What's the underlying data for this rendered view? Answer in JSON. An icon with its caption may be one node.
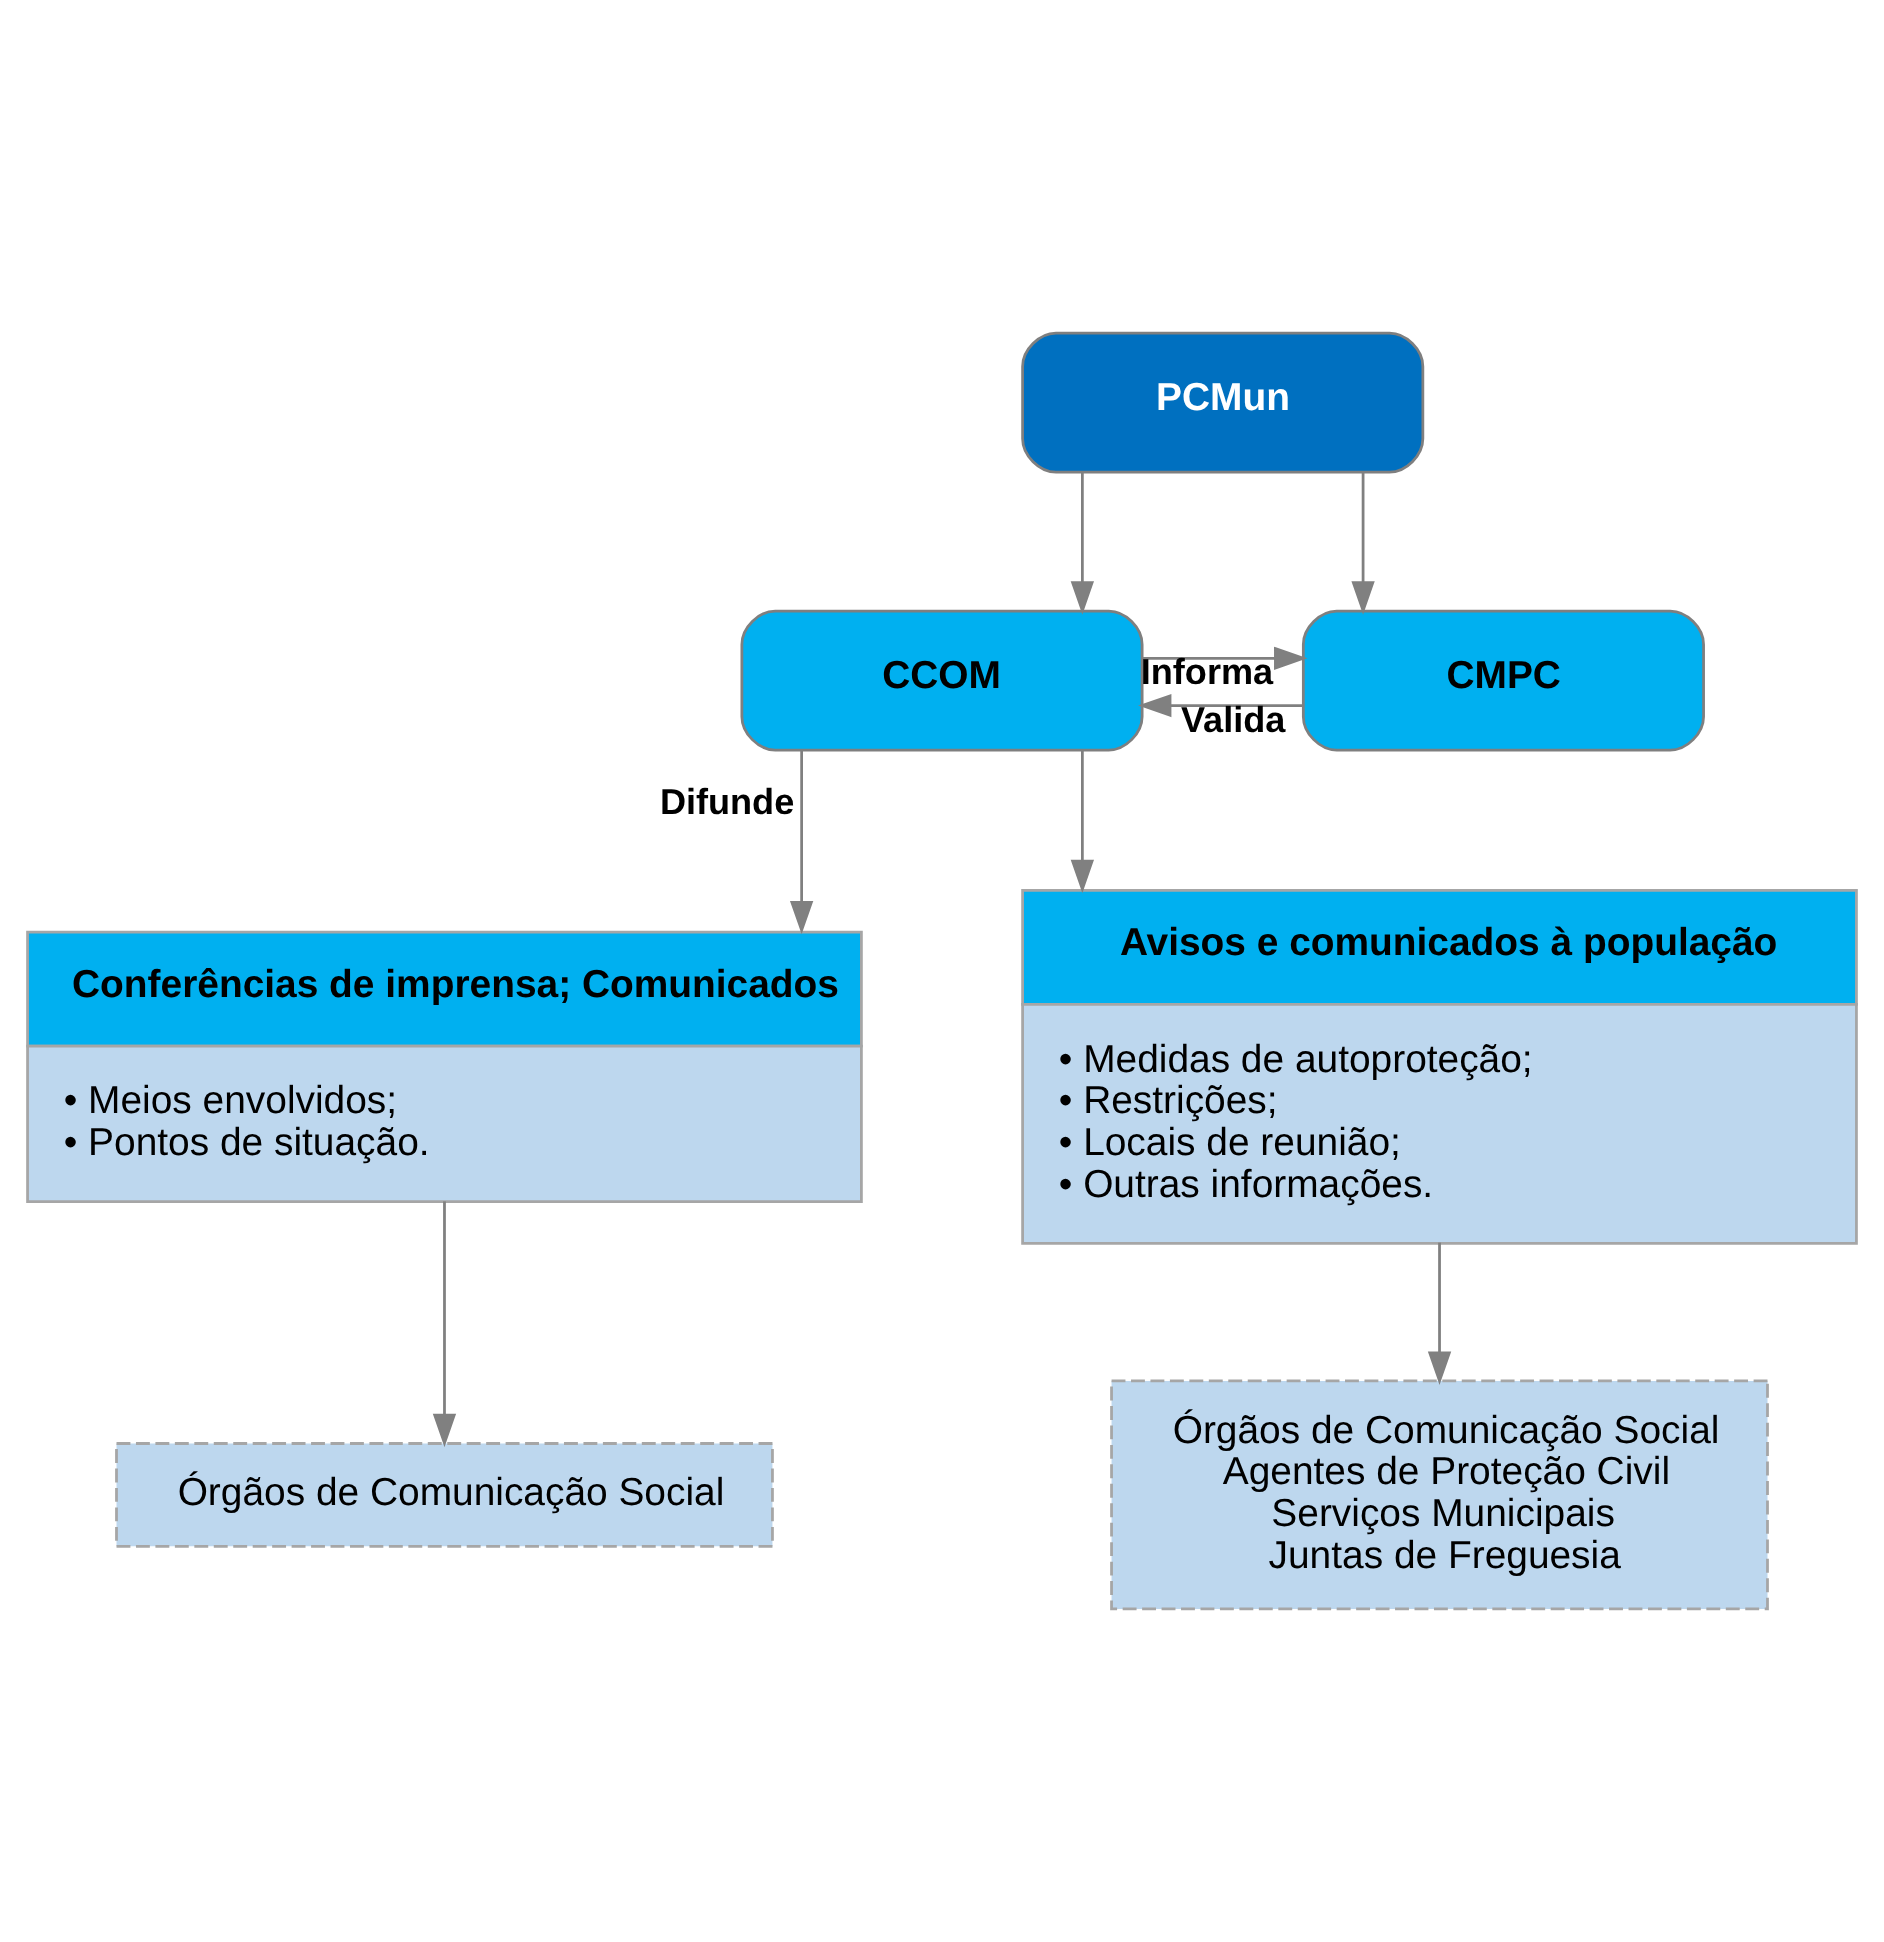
{
  "diagram": {
    "nodes": [
      {
        "text": [
          "PCMun"
        ]
      },
      {
        "text": [
          "CCOM"
        ]
      },
      {
        "text": [
          "CMPC"
        ]
      },
      {
        "text": [
          "Conferências de imprensa; Comunicados",
          "• Meios envolvidos;",
          "• Pontos de situação."
        ]
      },
      {
        "text": [
          "Avisos e comunicados à população",
          "• Medidas de autoproteção;",
          "• Restrições;",
          "• Locais de reunião;",
          "• Outras informações."
        ]
      },
      {
        "text": [
          "Órgãos de Comunicação Social"
        ]
      },
      {
        "text": [
          "Órgãos de Comunicação Social",
          "Agentes de Proteção Civil",
          "Serviços Municipais",
          "Juntas de Freguesia"
        ]
      }
    ],
    "edges": [
      {
        "from": 0,
        "to": 1,
        "arrow": "to"
      },
      {
        "from": 0,
        "to": 2,
        "arrow": "to"
      },
      {
        "from": 1,
        "to": 2,
        "arrow": "to",
        "label": "Informa"
      },
      {
        "from": 2,
        "to": 1,
        "arrow": "to",
        "label": "Valida"
      },
      {
        "from": 1,
        "to": 3,
        "arrow": "to",
        "label": "Difunde"
      },
      {
        "from": 1,
        "to": 4,
        "arrow": "to"
      },
      {
        "from": 3,
        "to": 5,
        "arrow": "to"
      },
      {
        "from": 4,
        "to": 6,
        "arrow": "to"
      }
    ]
  }
}
